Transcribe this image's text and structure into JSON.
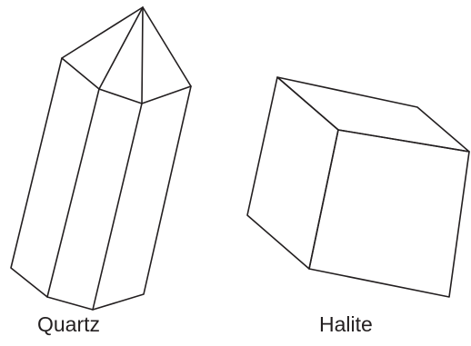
{
  "figure": {
    "crystals": [
      {
        "id": "quartz",
        "label": "Quartz"
      },
      {
        "id": "halite",
        "label": "Halite"
      }
    ],
    "colors": {
      "line": "#231f20",
      "background": "#ffffff"
    }
  }
}
